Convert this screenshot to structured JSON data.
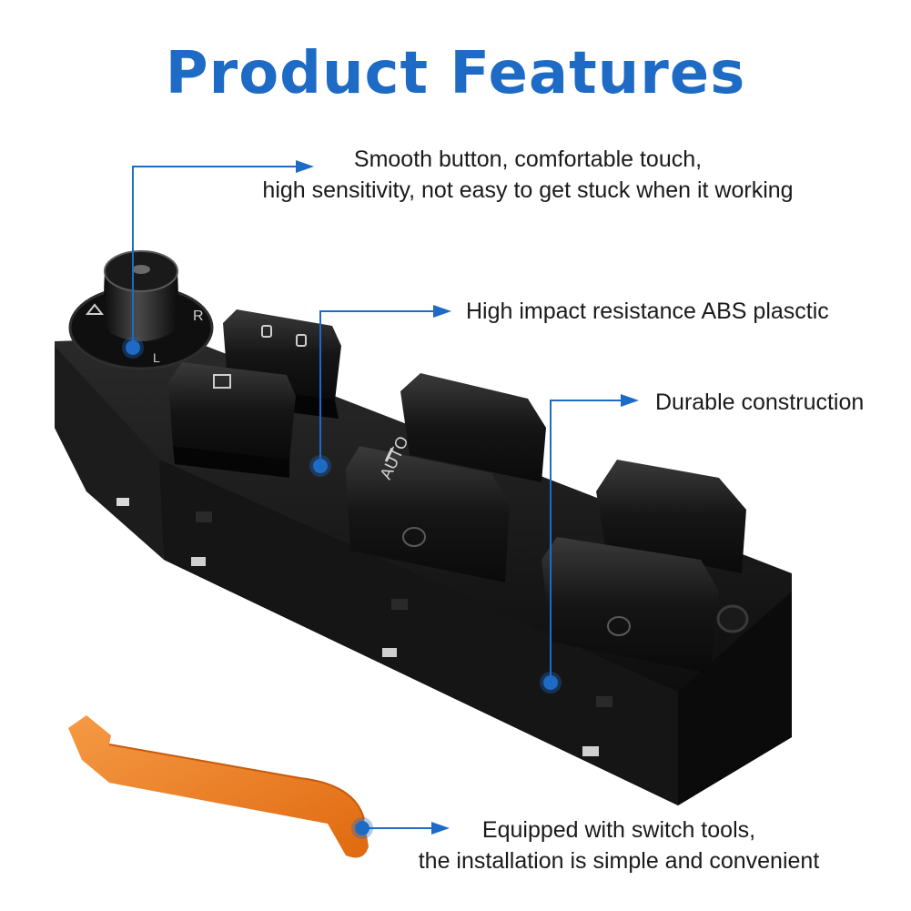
{
  "title": "Product Features",
  "callouts": {
    "buttons": {
      "line1": "Smooth button, comfortable touch,",
      "line2": "high sensitivity, not easy to get stuck when it working"
    },
    "material": "High impact resistance ABS plasctic",
    "construction": "Durable construction",
    "tools": {
      "line1": "Equipped with switch tools,",
      "line2": "the installation is simple and convenient"
    }
  },
  "switch_labels": {
    "mirror_left": "L",
    "mirror_right": "R",
    "auto": "AUTO"
  },
  "colors": {
    "accent": "#1e6bc6",
    "switch_body": "#111111",
    "pry_tool": "#f07a1c"
  }
}
